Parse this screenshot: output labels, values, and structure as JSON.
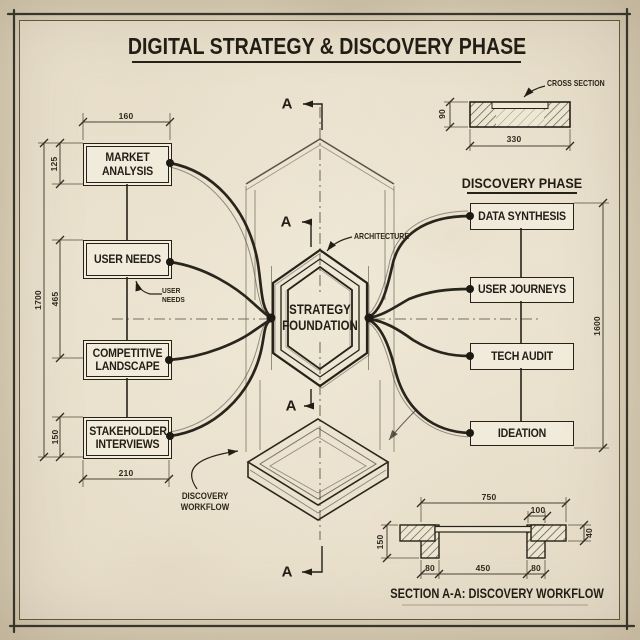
{
  "title": "DIGITAL STRATEGY & DISCOVERY PHASE",
  "colors": {
    "paper": "#e8dfc9",
    "ink": "#221e16",
    "light_line": "#6b6453",
    "box_fill": "#f3eddd"
  },
  "section_markers": {
    "letter": "A"
  },
  "left_panel": {
    "boxes": [
      {
        "label": "MARKET ANALYSIS"
      },
      {
        "label": "USER NEEDS"
      },
      {
        "label": "COMPETITIVE LANDSCAPE"
      },
      {
        "label": "STAKEHOLDER INTERVIEWS"
      }
    ],
    "dims": {
      "box_width": "160",
      "box1_height": "125",
      "total_height": "1700",
      "upper_span": "465",
      "box4_height": "150",
      "bottom_width": "210"
    }
  },
  "right_panel": {
    "heading": "DISCOVERY PHASE",
    "boxes": [
      {
        "label": "DATA SYNTHESIS"
      },
      {
        "label": "USER JOURNEYS"
      },
      {
        "label": "TECH AUDIT"
      },
      {
        "label": "IDEATION"
      }
    ],
    "dims": {
      "total_height": "1600"
    }
  },
  "center_drawing": {
    "core_label": "STRATEGY FOUNDATION",
    "annotations": {
      "architecture": "ARCHITECTURE",
      "user_needs": "USER NEEDS",
      "discovery_workflow": "DISCOVERY WORKFLOW"
    }
  },
  "cross_section": {
    "label": "CROSS SECTION",
    "dims": {
      "height": "90",
      "width": "330"
    }
  },
  "section_aa": {
    "caption": "SECTION A-A: DISCOVERY WORKFLOW",
    "dims": {
      "overall_width": "750",
      "flange_width": "100",
      "depth": "150",
      "flange_thickness": "40",
      "left_foot": "80",
      "span": "450",
      "right_foot": "80"
    }
  }
}
